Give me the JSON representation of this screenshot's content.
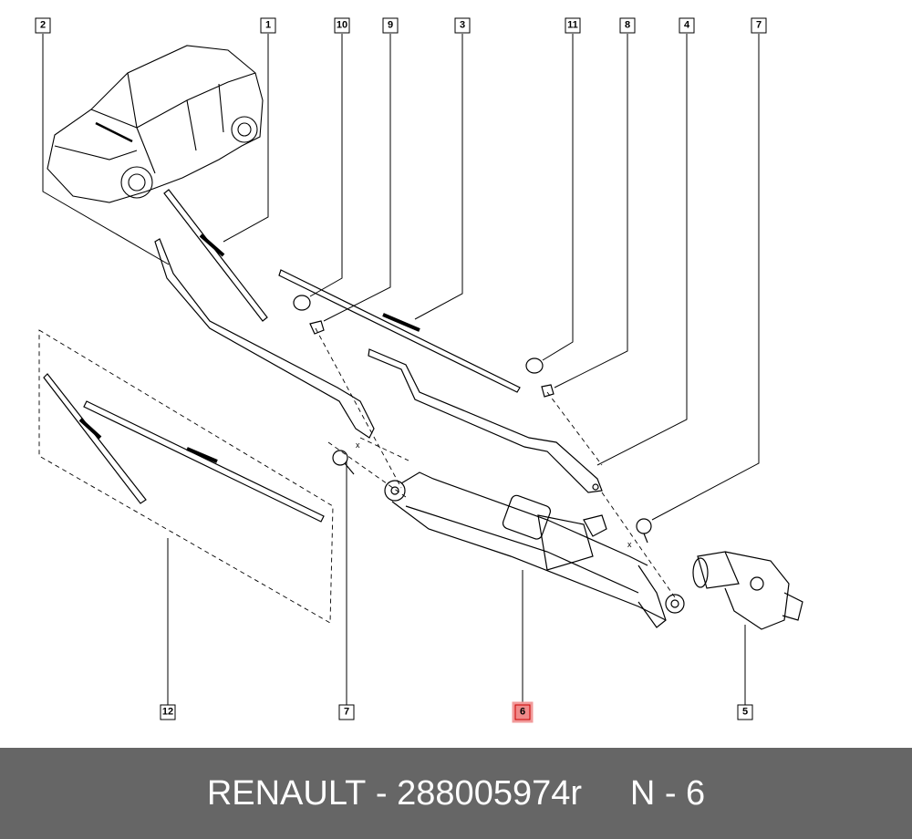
{
  "callouts": [
    {
      "id": "2",
      "highlighted": false
    },
    {
      "id": "1",
      "highlighted": false
    },
    {
      "id": "10",
      "highlighted": false
    },
    {
      "id": "9",
      "highlighted": false
    },
    {
      "id": "3",
      "highlighted": false
    },
    {
      "id": "11",
      "highlighted": false
    },
    {
      "id": "8",
      "highlighted": false
    },
    {
      "id": "4",
      "highlighted": false
    },
    {
      "id": "7",
      "highlighted": false
    },
    {
      "id": "12",
      "highlighted": false
    },
    {
      "id": "7",
      "highlighted": false
    },
    {
      "id": "6",
      "highlighted": true
    },
    {
      "id": "5",
      "highlighted": false
    }
  ],
  "dimension_marks": {
    "x1": "x",
    "x2": "x"
  },
  "footer": {
    "brand": "RENAULT",
    "separator": " - ",
    "part_number": "288005974r",
    "gap": "     ",
    "position_label": "N - 6"
  },
  "colors": {
    "highlight": "#f08a8a",
    "footer_bg": "#666666",
    "footer_text": "#ffffff"
  }
}
